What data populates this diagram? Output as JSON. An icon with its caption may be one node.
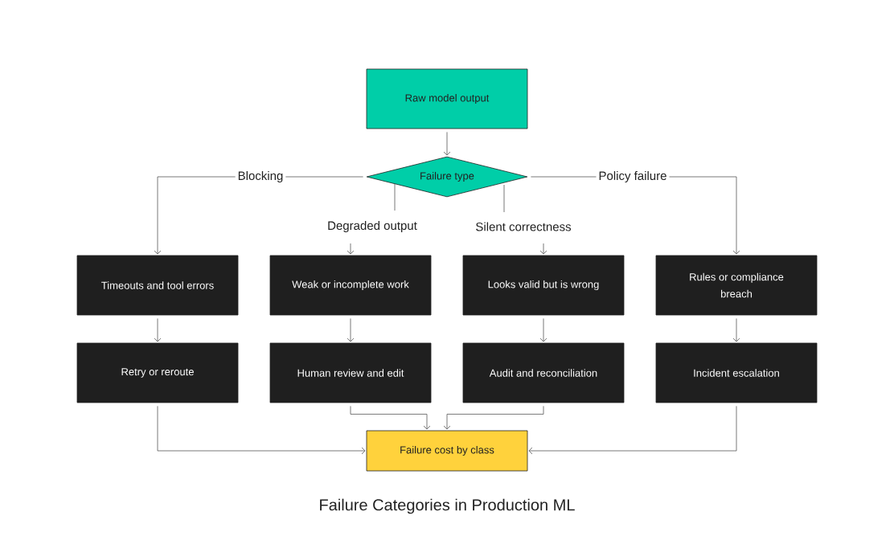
{
  "diagram": {
    "caption": "Failure Categories in Production ML",
    "nodes": [
      {
        "text": [
          "Raw model output"
        ]
      },
      {
        "text": [
          "Failure type"
        ]
      },
      {
        "text": [
          "Timeouts and tool errors"
        ]
      },
      {
        "text": [
          "Weak or incomplete work"
        ]
      },
      {
        "text": [
          "Looks valid but is wrong"
        ]
      },
      {
        "text": [
          "Rules or compliance breach"
        ]
      },
      {
        "text": [
          "Retry or reroute"
        ]
      },
      {
        "text": [
          "Human review and edit"
        ]
      },
      {
        "text": [
          "Audit and reconciliation"
        ]
      },
      {
        "text": [
          "Incident escalation"
        ]
      },
      {
        "text": [
          "Failure cost by class"
        ]
      }
    ],
    "edges": [
      {
        "from": 0,
        "to": 1,
        "arrow": "to"
      },
      {
        "from": 1,
        "to": 2,
        "arrow": "to",
        "label": "Blocking"
      },
      {
        "from": 1,
        "to": 3,
        "arrow": "to",
        "label": "Degraded output"
      },
      {
        "from": 1,
        "to": 4,
        "arrow": "to",
        "label": "Silent correctness"
      },
      {
        "from": 1,
        "to": 5,
        "arrow": "to",
        "label": "Policy failure"
      },
      {
        "from": 2,
        "to": 6,
        "arrow": "to"
      },
      {
        "from": 3,
        "to": 7,
        "arrow": "to"
      },
      {
        "from": 4,
        "to": 8,
        "arrow": "to"
      },
      {
        "from": 5,
        "to": 9,
        "arrow": "to"
      },
      {
        "from": 6,
        "to": 10,
        "arrow": "to"
      },
      {
        "from": 7,
        "to": 10,
        "arrow": "to"
      },
      {
        "from": 8,
        "to": 10,
        "arrow": "to"
      },
      {
        "from": 9,
        "to": 10,
        "arrow": "to"
      }
    ]
  }
}
